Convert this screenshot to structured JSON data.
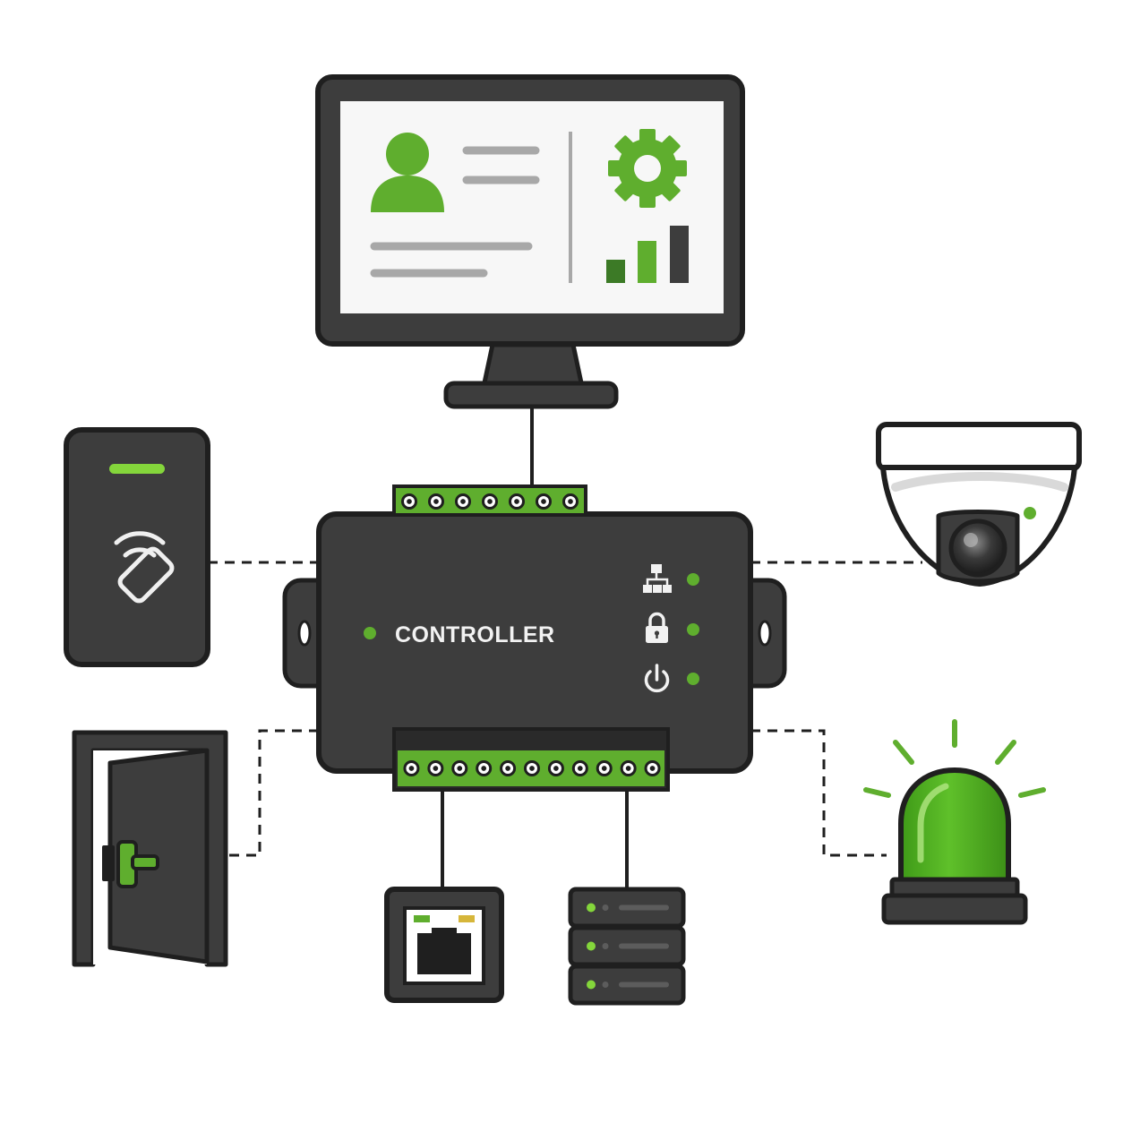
{
  "controller": {
    "label": "CONTROLLER",
    "top_terminal_count": 7,
    "bottom_terminal_count": 11,
    "indicators": [
      {
        "icon": "network-icon",
        "state": "on"
      },
      {
        "icon": "lock-icon",
        "state": "on"
      },
      {
        "icon": "power-icon",
        "state": "on"
      }
    ]
  },
  "devices": [
    {
      "name": "monitor",
      "icons": [
        "user-icon",
        "gear-icon",
        "bar-chart-icon"
      ]
    },
    {
      "name": "card-reader",
      "icons": [
        "nfc-card-icon"
      ]
    },
    {
      "name": "dome-camera"
    },
    {
      "name": "door",
      "icons": [
        "door-handle-icon"
      ]
    },
    {
      "name": "network-jack",
      "icons": [
        "ethernet-port-icon"
      ]
    },
    {
      "name": "server",
      "units": 3
    },
    {
      "name": "alarm-beacon"
    }
  ],
  "colors": {
    "accent": "#5fae2e",
    "accent_light": "#84d63b",
    "device_body": "#3d3d3d",
    "outline": "#1f1f1f",
    "screen": "#f7f7f7",
    "placeholder_lines": "#a8a8a8"
  }
}
